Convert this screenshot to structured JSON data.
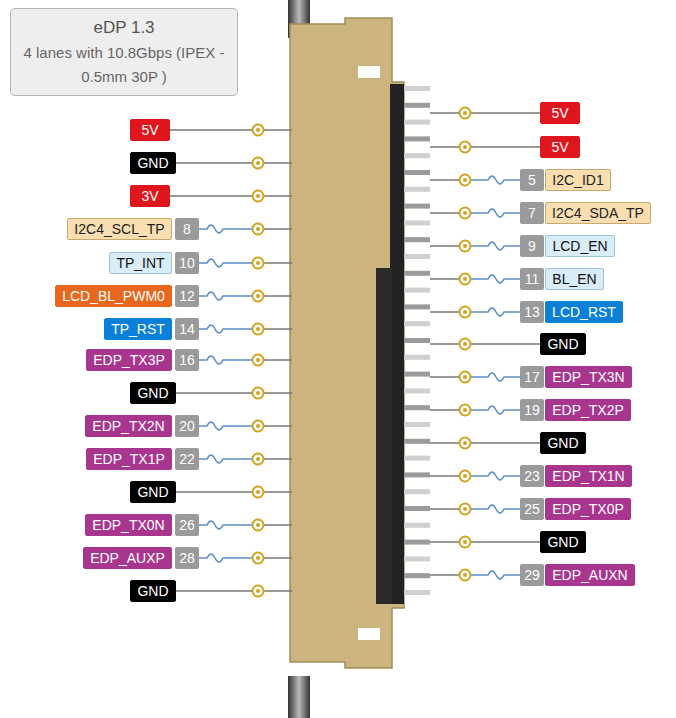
{
  "diagram": {
    "nodes": [
      {
        "text": [
          "eDP 1.3",
          "4 lanes with 10.8Gbps (IPEX - 0.5mm 30P )"
        ]
      },
      {
        "text": [
          "5V"
        ]
      },
      {
        "text": [
          "5V"
        ]
      },
      {
        "text": [
          "5V"
        ]
      },
      {
        "text": [
          "GND"
        ]
      },
      {
        "text": [
          "5"
        ]
      },
      {
        "text": [
          "I2C_ID1"
        ]
      },
      {
        "text": [
          "3V"
        ]
      },
      {
        "text": [
          "7"
        ]
      },
      {
        "text": [
          "I2C4_SDA_TP"
        ]
      },
      {
        "text": [
          "I2C4_SCL_TP"
        ]
      },
      {
        "text": [
          "8"
        ]
      },
      {
        "text": [
          "9"
        ]
      },
      {
        "text": [
          "LCD_EN"
        ]
      },
      {
        "text": [
          "TP_INT"
        ]
      },
      {
        "text": [
          "10"
        ]
      },
      {
        "text": [
          "11"
        ]
      },
      {
        "text": [
          "BL_EN"
        ]
      },
      {
        "text": [
          "LCD_BL_PWM0"
        ]
      },
      {
        "text": [
          "12"
        ]
      },
      {
        "text": [
          "13"
        ]
      },
      {
        "text": [
          "LCD_RST"
        ]
      },
      {
        "text": [
          "TP_RST"
        ]
      },
      {
        "text": [
          "14"
        ]
      },
      {
        "text": [
          "GND"
        ]
      },
      {
        "text": [
          "EDP_TX3P"
        ]
      },
      {
        "text": [
          "16"
        ]
      },
      {
        "text": [
          "17"
        ]
      },
      {
        "text": [
          "EDP_TX3N"
        ]
      },
      {
        "text": [
          "GND"
        ]
      },
      {
        "text": [
          "19"
        ]
      },
      {
        "text": [
          "EDP_TX2P"
        ]
      },
      {
        "text": [
          "EDP_TX2N"
        ]
      },
      {
        "text": [
          "20"
        ]
      },
      {
        "text": [
          "GND"
        ]
      },
      {
        "text": [
          "EDP_TX1P"
        ]
      },
      {
        "text": [
          "22"
        ]
      },
      {
        "text": [
          "23"
        ]
      },
      {
        "text": [
          "EDP_TX1N"
        ]
      },
      {
        "text": [
          "GND"
        ]
      },
      {
        "text": [
          "25"
        ]
      },
      {
        "text": [
          "EDP_TX0P"
        ]
      },
      {
        "text": [
          "EDP_TX0N"
        ]
      },
      {
        "text": [
          "26"
        ]
      },
      {
        "text": [
          "GND"
        ]
      },
      {
        "text": [
          "EDP_AUXP"
        ]
      },
      {
        "text": [
          "28"
        ]
      },
      {
        "text": [
          "29"
        ]
      },
      {
        "text": [
          "EDP_AUXN"
        ]
      },
      {
        "text": [
          "GND"
        ]
      }
    ]
  }
}
